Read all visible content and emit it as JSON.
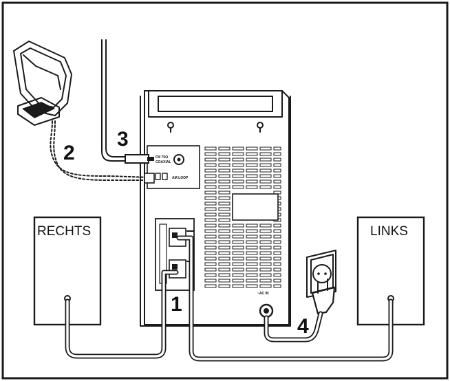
{
  "speakers": {
    "right_label": "RECHTS",
    "left_label": "LINKS"
  },
  "step_numbers": [
    "1",
    "2",
    "3",
    "4"
  ],
  "unit_labels": {
    "fm_jack_line1": "FM 75Ω",
    "fm_jack_line2": "COAXIAL",
    "am_jack": "AM LOOP",
    "ac_in": "~AC IN"
  },
  "colors": {
    "line": "#1a1a1a",
    "background": "#ffffff"
  }
}
